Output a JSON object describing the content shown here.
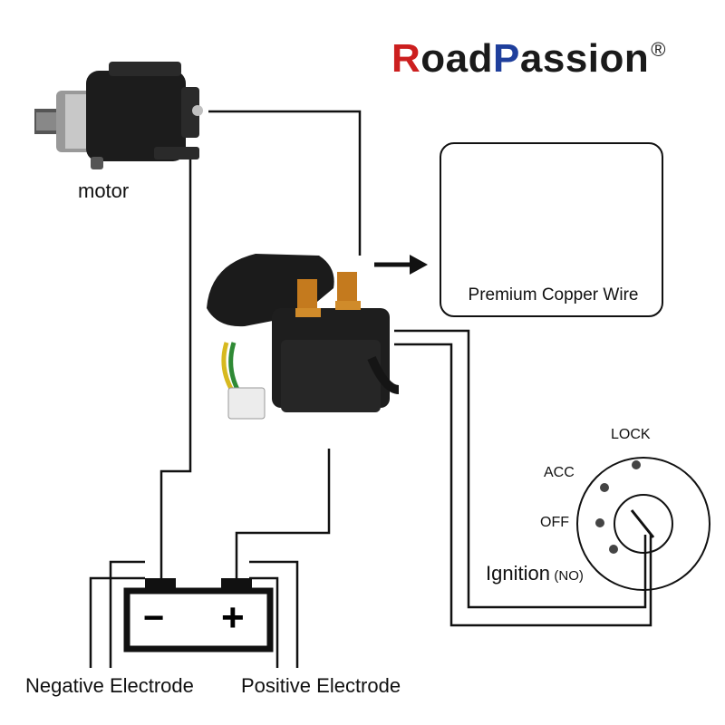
{
  "brand": {
    "part1_initial": "R",
    "part1_rest": "oad",
    "part2_initial": "P",
    "part2_rest": "assion",
    "mark": "®",
    "colors": {
      "red": "#cc1f1f",
      "blue": "#1f3f9c"
    }
  },
  "labels": {
    "motor": "motor",
    "copper_wire": "Premium Copper Wire",
    "negative": "Negative Electrode",
    "positive": "Positive Electrode",
    "lock": "LOCK",
    "acc": "ACC",
    "off": "OFF",
    "ignition": "Ignition",
    "ignition_suffix": "(NO)"
  },
  "battery": {
    "minus": "−",
    "plus": "+"
  },
  "icons": [
    "starter-motor-icon",
    "relay-solenoid-icon",
    "copper-spool-icon",
    "battery-icon",
    "ignition-switch-icon",
    "arrow-right-icon"
  ]
}
